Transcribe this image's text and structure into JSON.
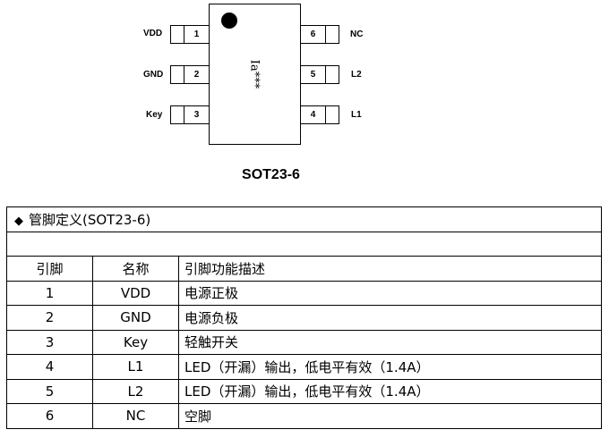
{
  "package": {
    "marking": "Ia***",
    "title": "SOT23-6",
    "pins_left": [
      {
        "number": "1",
        "name": "VDD"
      },
      {
        "number": "2",
        "name": "GND"
      },
      {
        "number": "3",
        "name": "Key"
      }
    ],
    "pins_right": [
      {
        "number": "6",
        "name": "NC"
      },
      {
        "number": "5",
        "name": "L2"
      },
      {
        "number": "4",
        "name": "L1"
      }
    ]
  },
  "table": {
    "section_title": "管脚定义(SOT23-6)",
    "headers": [
      "引脚",
      "名称",
      "引脚功能描述"
    ],
    "rows": [
      {
        "pin": "1",
        "name": "VDD",
        "desc": "电源正极"
      },
      {
        "pin": "2",
        "name": "GND",
        "desc": "电源负极"
      },
      {
        "pin": "3",
        "name": "Key",
        "desc": "轻触开关"
      },
      {
        "pin": "4",
        "name": "L1",
        "desc": "LED（开漏）输出，低电平有效（1.4A）"
      },
      {
        "pin": "5",
        "name": "L2",
        "desc": "LED（开漏）输出，低电平有效（1.4A）"
      },
      {
        "pin": "6",
        "name": "NC",
        "desc": "空脚"
      }
    ]
  }
}
